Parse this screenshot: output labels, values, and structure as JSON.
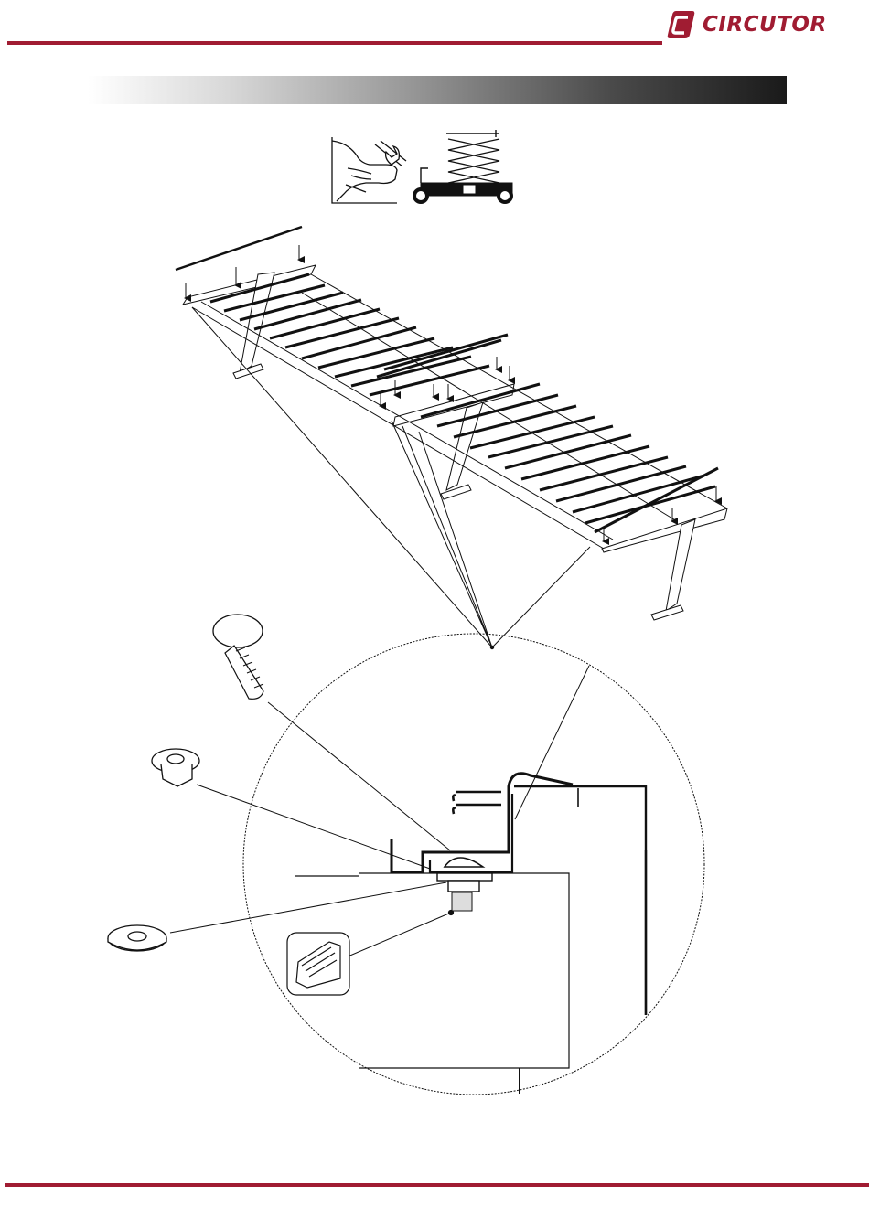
{
  "brand": {
    "name": "CIRCUTOR",
    "color": "#a01c32"
  },
  "header": {
    "section_band": "dark-gradient-bar"
  },
  "tools": [
    {
      "icon": "hand-wrench-icon"
    },
    {
      "icon": "scissor-lift-icon"
    }
  ],
  "illustration": {
    "subject": "carport-structure-assembly",
    "detail": "clamp-profile-cross-section",
    "parts": [
      {
        "icon": "carriage-bolt-icon"
      },
      {
        "icon": "flange-nut-icon"
      },
      {
        "icon": "flat-washer-icon"
      },
      {
        "icon": "profile-rail-icon"
      }
    ]
  }
}
